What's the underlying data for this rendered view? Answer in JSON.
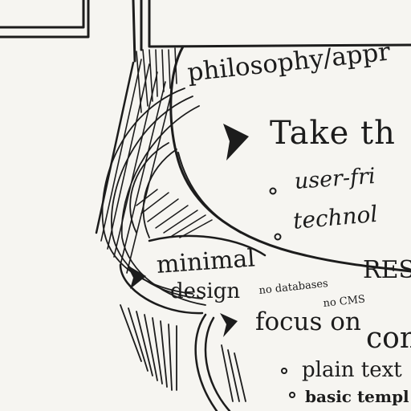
{
  "sketch": {
    "heading": "philosophy/appr",
    "take": "Take th",
    "user_friendly": "user-fri",
    "technol": "technol",
    "res": "RES",
    "minimal": "minimal",
    "design": "design",
    "no_databases": "no databases",
    "no_cms": "no CMS",
    "focus_on": "focus on",
    "con": "con",
    "plain_text": "plain text",
    "basic_template": "basic templ"
  }
}
